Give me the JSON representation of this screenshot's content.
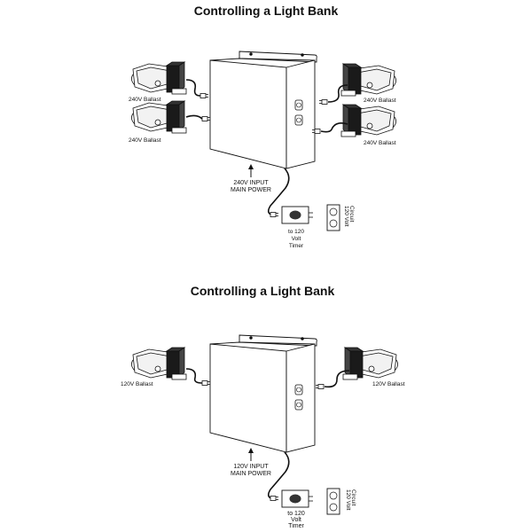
{
  "panels": [
    {
      "title": "Controlling a Light Bank",
      "ballast_labels": [
        "240V Ballast",
        "240V Ballast",
        "240V Ballast",
        "240V Ballast"
      ],
      "input_label": [
        "240V INPUT",
        "MAIN POWER"
      ],
      "timer_label": [
        "to 120",
        "Volt",
        "Timer"
      ],
      "circuit_label": [
        "120 Volt",
        "Circuit"
      ]
    },
    {
      "title": "Controlling a Light Bank",
      "ballast_labels": [
        "120V Ballast",
        "120V Ballast"
      ],
      "input_label": [
        "120V INPUT",
        "MAIN POWER"
      ],
      "timer_label": [
        "to 120",
        "Volt",
        "Timer"
      ],
      "circuit_label": [
        "120 Volt",
        "Circuit"
      ]
    }
  ]
}
